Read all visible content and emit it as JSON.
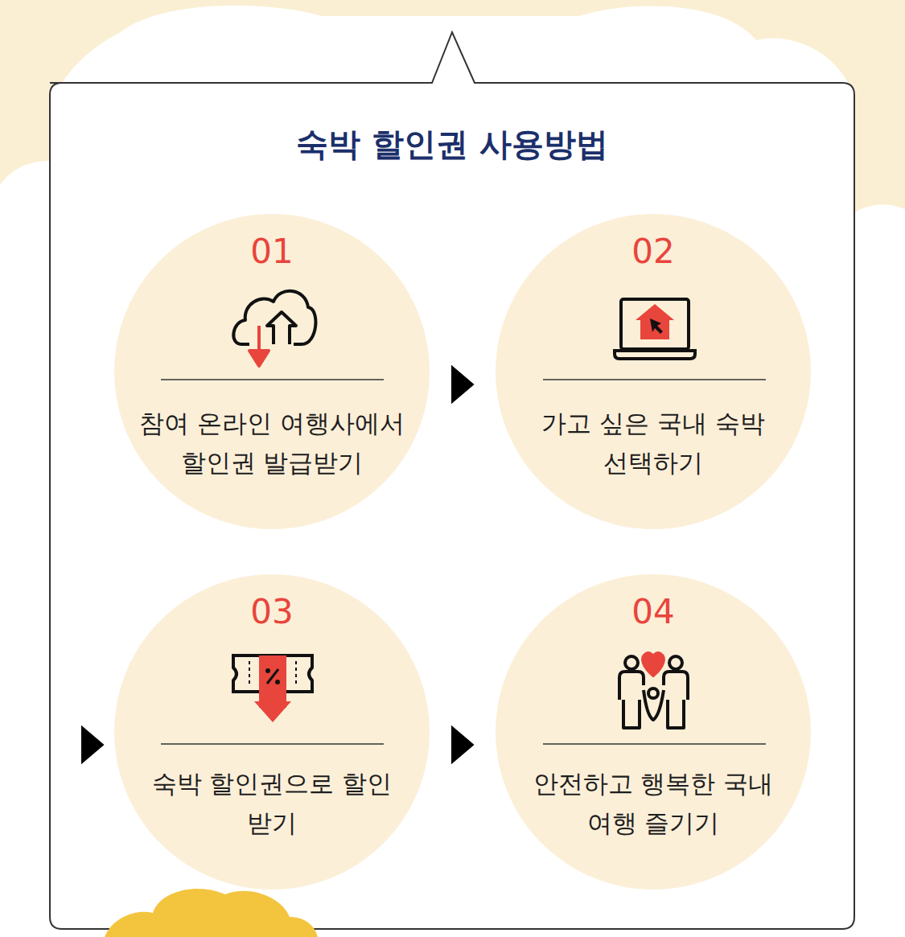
{
  "diagram": {
    "title": "숙박 할인권 사용방법",
    "nodes": [
      {
        "text": [
          "01",
          "참여 온라인 여행사에서 할인권 발급받기"
        ]
      },
      {
        "text": [
          "02",
          "가고 싶은 국내 숙박 선택하기"
        ]
      },
      {
        "text": [
          "03",
          "숙박 할인권으로 할인받기"
        ]
      },
      {
        "text": [
          "04",
          "안전하고 행복한 국내 여행 즐기기"
        ]
      }
    ],
    "edges": [
      {
        "from": 0,
        "to": 1,
        "arrow": "to"
      },
      {
        "from": 1,
        "to": 2,
        "arrow": "to"
      },
      {
        "from": 2,
        "to": 3,
        "arrow": "to"
      }
    ]
  }
}
